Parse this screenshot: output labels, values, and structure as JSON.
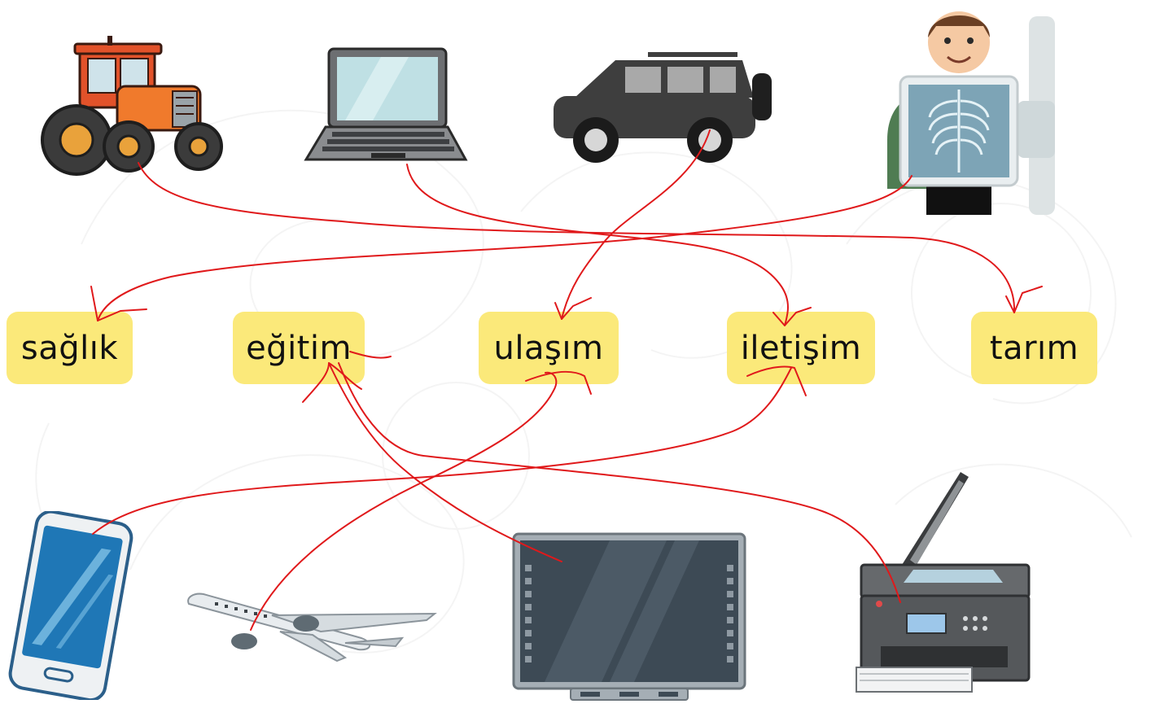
{
  "labels": {
    "saglik": "sağlık",
    "egitim": "eğitim",
    "ulasim": "ulaşım",
    "iletisim": "iletişim",
    "tarim": "tarım"
  },
  "pictures": {
    "top": [
      "tractor-icon",
      "laptop-icon",
      "jeep-icon",
      "xray-icon"
    ],
    "bottom": [
      "smartphone-icon",
      "airplane-icon",
      "smartboard-icon",
      "printer-icon"
    ]
  },
  "colors": {
    "label_bg": "#fbe97a",
    "answer_line": "#e0191b"
  }
}
